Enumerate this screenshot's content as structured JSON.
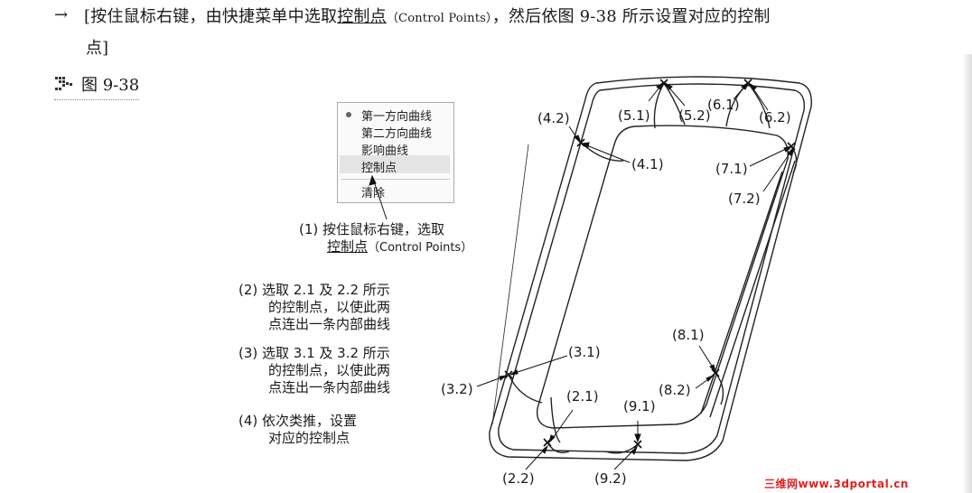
{
  "instruction": {
    "arrow": "→",
    "line1_prefix": "[按住鼠标右键，由快捷菜单中选取",
    "line1_menu": "控制点",
    "line1_paren": "（Control Points）",
    "line1_suffix": "，然后依图 9-38 所示设置对应的控制",
    "line2": "点]"
  },
  "figure": {
    "label": "图 9-38",
    "icon": "figure-marker-icon"
  },
  "context_menu": {
    "items": [
      "第一方向曲线",
      "第二方向曲线",
      "影响曲线",
      "控制点",
      "清除"
    ],
    "selected_index": 3
  },
  "notes": {
    "n1_line1": "(1) 按住鼠标右键，选取",
    "n1_line2_menu": "控制点",
    "n1_line2_paren": "（Control Points）",
    "n2_line1": "(2) 选取 2.1 及 2.2 所示",
    "n2_line2": "的控制点，以使此两",
    "n2_line3": "点连出一条内部曲线",
    "n3_line1": "(3) 选取 3.1 及 3.2 所示",
    "n3_line2": "的控制点，以使此两",
    "n3_line3": "点连出一条内部曲线",
    "n4_line1": "(4) 依次类推，设置",
    "n4_line2": "对应的控制点"
  },
  "point_labels": {
    "p4_2": "(4.2)",
    "p5_1": "(5.1)",
    "p5_2": "(5.2)",
    "p6_1": "(6.1)",
    "p6_2": "(6.2)",
    "p4_1": "(4.1)",
    "p7_1": "(7.1)",
    "p7_2": "(7.2)",
    "p3_1": "(3.1)",
    "p3_2": "(3.2)",
    "p8_1": "(8.1)",
    "p8_2": "(8.2)",
    "p2_1": "(2.1)",
    "p9_1": "(9.1)",
    "p2_2": "(2.2)",
    "p9_2": "(9.2)"
  },
  "watermark": "三维网www.3dportal.cn"
}
